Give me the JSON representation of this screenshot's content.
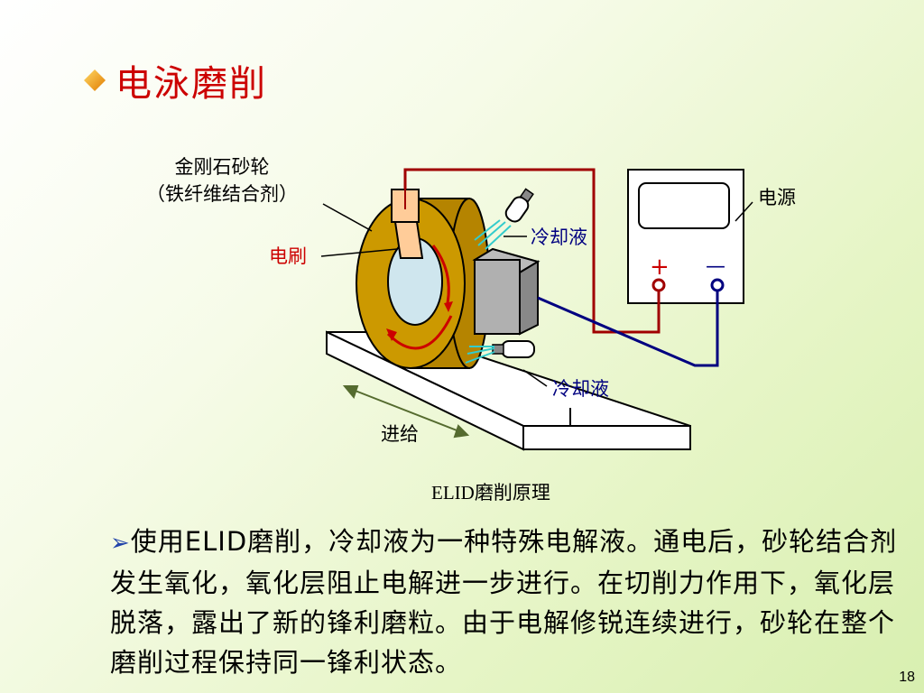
{
  "slide": {
    "title": "电泳磨削",
    "page_number": "18"
  },
  "diagram": {
    "label_wheel_line1": "金刚石砂轮",
    "label_wheel_line2": "（铁纤维结合剂）",
    "label_brush": "电刷",
    "label_power": "电源",
    "label_coolant_top": "冷却液",
    "label_coolant_bottom": "冷却液",
    "label_feed": "进给",
    "label_plus": "+",
    "label_minus": "—",
    "caption_latin": "ELID",
    "caption_cjk": "磨削原理"
  },
  "colors": {
    "title": "#cc0000",
    "wheel": "#cc9900",
    "wire_red": "#a00000",
    "wire_blue": "#000080",
    "coolant": "#33cccc"
  },
  "text": {
    "paragraph": "使用ELID磨削，冷却液为一种特殊电解液。通电后，砂轮结合剂发生氧化，氧化层阻止电解进一步进行。在切削力作用下，氧化层脱落，露出了新的锋利磨粒。由于电解修锐连续进行，砂轮在整个磨削过程保持同一锋利状态。"
  }
}
